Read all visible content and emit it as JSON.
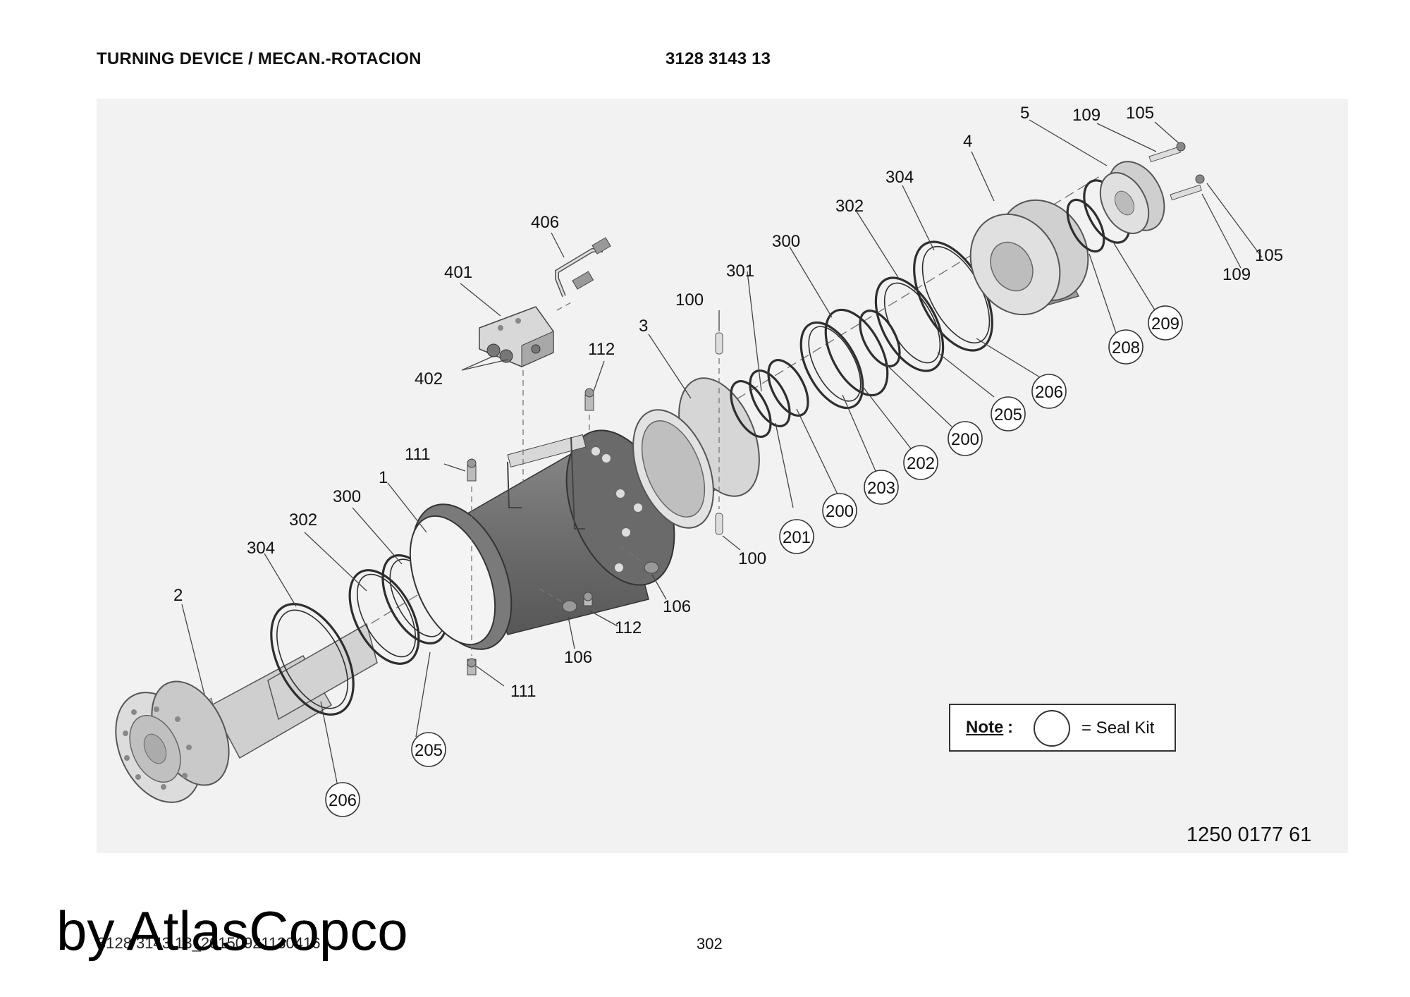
{
  "header": {
    "title": "TURNING DEVICE / MECAN.-ROTACION",
    "part_number": "3128 3143 13"
  },
  "callouts": {
    "plain": [
      "1",
      "2",
      "3",
      "4",
      "5",
      "100",
      "100",
      "105",
      "105",
      "106",
      "106",
      "109",
      "109",
      "111",
      "111",
      "112",
      "112",
      "300",
      "300",
      "301",
      "302",
      "302",
      "304",
      "304",
      "401",
      "402",
      "406"
    ],
    "seal_kit": [
      "200",
      "200",
      "201",
      "202",
      "203",
      "205",
      "205",
      "206",
      "206",
      "208",
      "209"
    ]
  },
  "note": {
    "label": "Note",
    "colon": ":",
    "text": "= Seal Kit"
  },
  "drawing_number": "1250 0177 61",
  "footer": {
    "file_name": "3128 3143 13_20150921130416",
    "page_number": "302"
  },
  "watermark": "by AtlasCopco"
}
